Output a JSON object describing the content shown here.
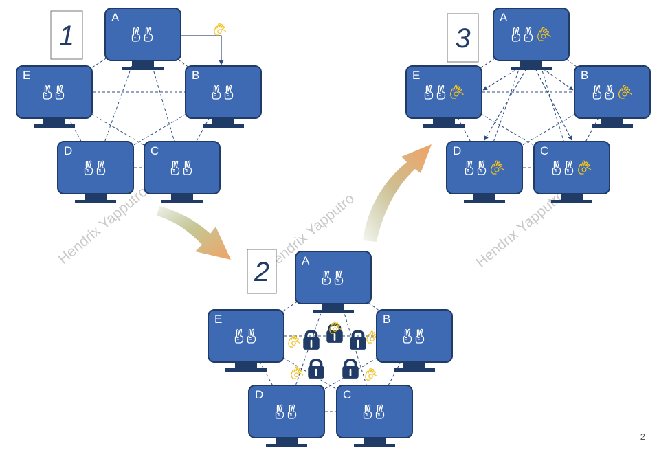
{
  "watermark": "Hendrix Yapputro",
  "page_number": "2",
  "colors": {
    "node_fill": "#3d6ab3",
    "node_stroke": "#1f3b66",
    "stand": "#1f3b66",
    "link": "#2d4e80",
    "lock": "#1f3b66",
    "hand_white": "#ffffff",
    "hand_gold": "#f0c020",
    "arrow_start": "#9cab74",
    "arrow_end": "#f2a265"
  },
  "stages": [
    {
      "number": "1",
      "nodes": [
        {
          "id": "A",
          "label": "A",
          "hands": [
            "peace-hand-icon",
            "peace-hand-icon"
          ]
        },
        {
          "id": "E",
          "label": "E",
          "hands": [
            "peace-hand-icon",
            "peace-hand-icon"
          ]
        },
        {
          "id": "B",
          "label": "B",
          "hands": [
            "peace-hand-icon",
            "peace-hand-icon"
          ]
        },
        {
          "id": "D",
          "label": "D",
          "hands": [
            "peace-hand-icon",
            "peace-hand-icon"
          ]
        },
        {
          "id": "C",
          "label": "C",
          "hands": [
            "peace-hand-icon",
            "peace-hand-icon"
          ]
        }
      ]
    },
    {
      "number": "2",
      "nodes": [
        {
          "id": "A",
          "label": "A",
          "hands": [
            "peace-hand-icon",
            "peace-hand-icon"
          ]
        },
        {
          "id": "E",
          "label": "E",
          "hands": [
            "peace-hand-icon",
            "peace-hand-icon"
          ]
        },
        {
          "id": "B",
          "label": "B",
          "hands": [
            "peace-hand-icon",
            "peace-hand-icon"
          ]
        },
        {
          "id": "D",
          "label": "D",
          "hands": [
            "peace-hand-icon",
            "peace-hand-icon"
          ]
        },
        {
          "id": "C",
          "label": "C",
          "hands": [
            "peace-hand-icon",
            "peace-hand-icon"
          ]
        }
      ]
    },
    {
      "number": "3",
      "nodes": [
        {
          "id": "A",
          "label": "A",
          "hands": [
            "peace-hand-icon",
            "peace-hand-icon",
            "ok-hand-icon"
          ]
        },
        {
          "id": "E",
          "label": "E",
          "hands": [
            "peace-hand-icon",
            "peace-hand-icon",
            "ok-hand-icon"
          ]
        },
        {
          "id": "B",
          "label": "B",
          "hands": [
            "peace-hand-icon",
            "peace-hand-icon",
            "ok-hand-icon"
          ]
        },
        {
          "id": "D",
          "label": "D",
          "hands": [
            "peace-hand-icon",
            "peace-hand-icon",
            "ok-hand-icon"
          ]
        },
        {
          "id": "C",
          "label": "C",
          "hands": [
            "peace-hand-icon",
            "peace-hand-icon",
            "ok-hand-icon"
          ]
        }
      ]
    }
  ]
}
